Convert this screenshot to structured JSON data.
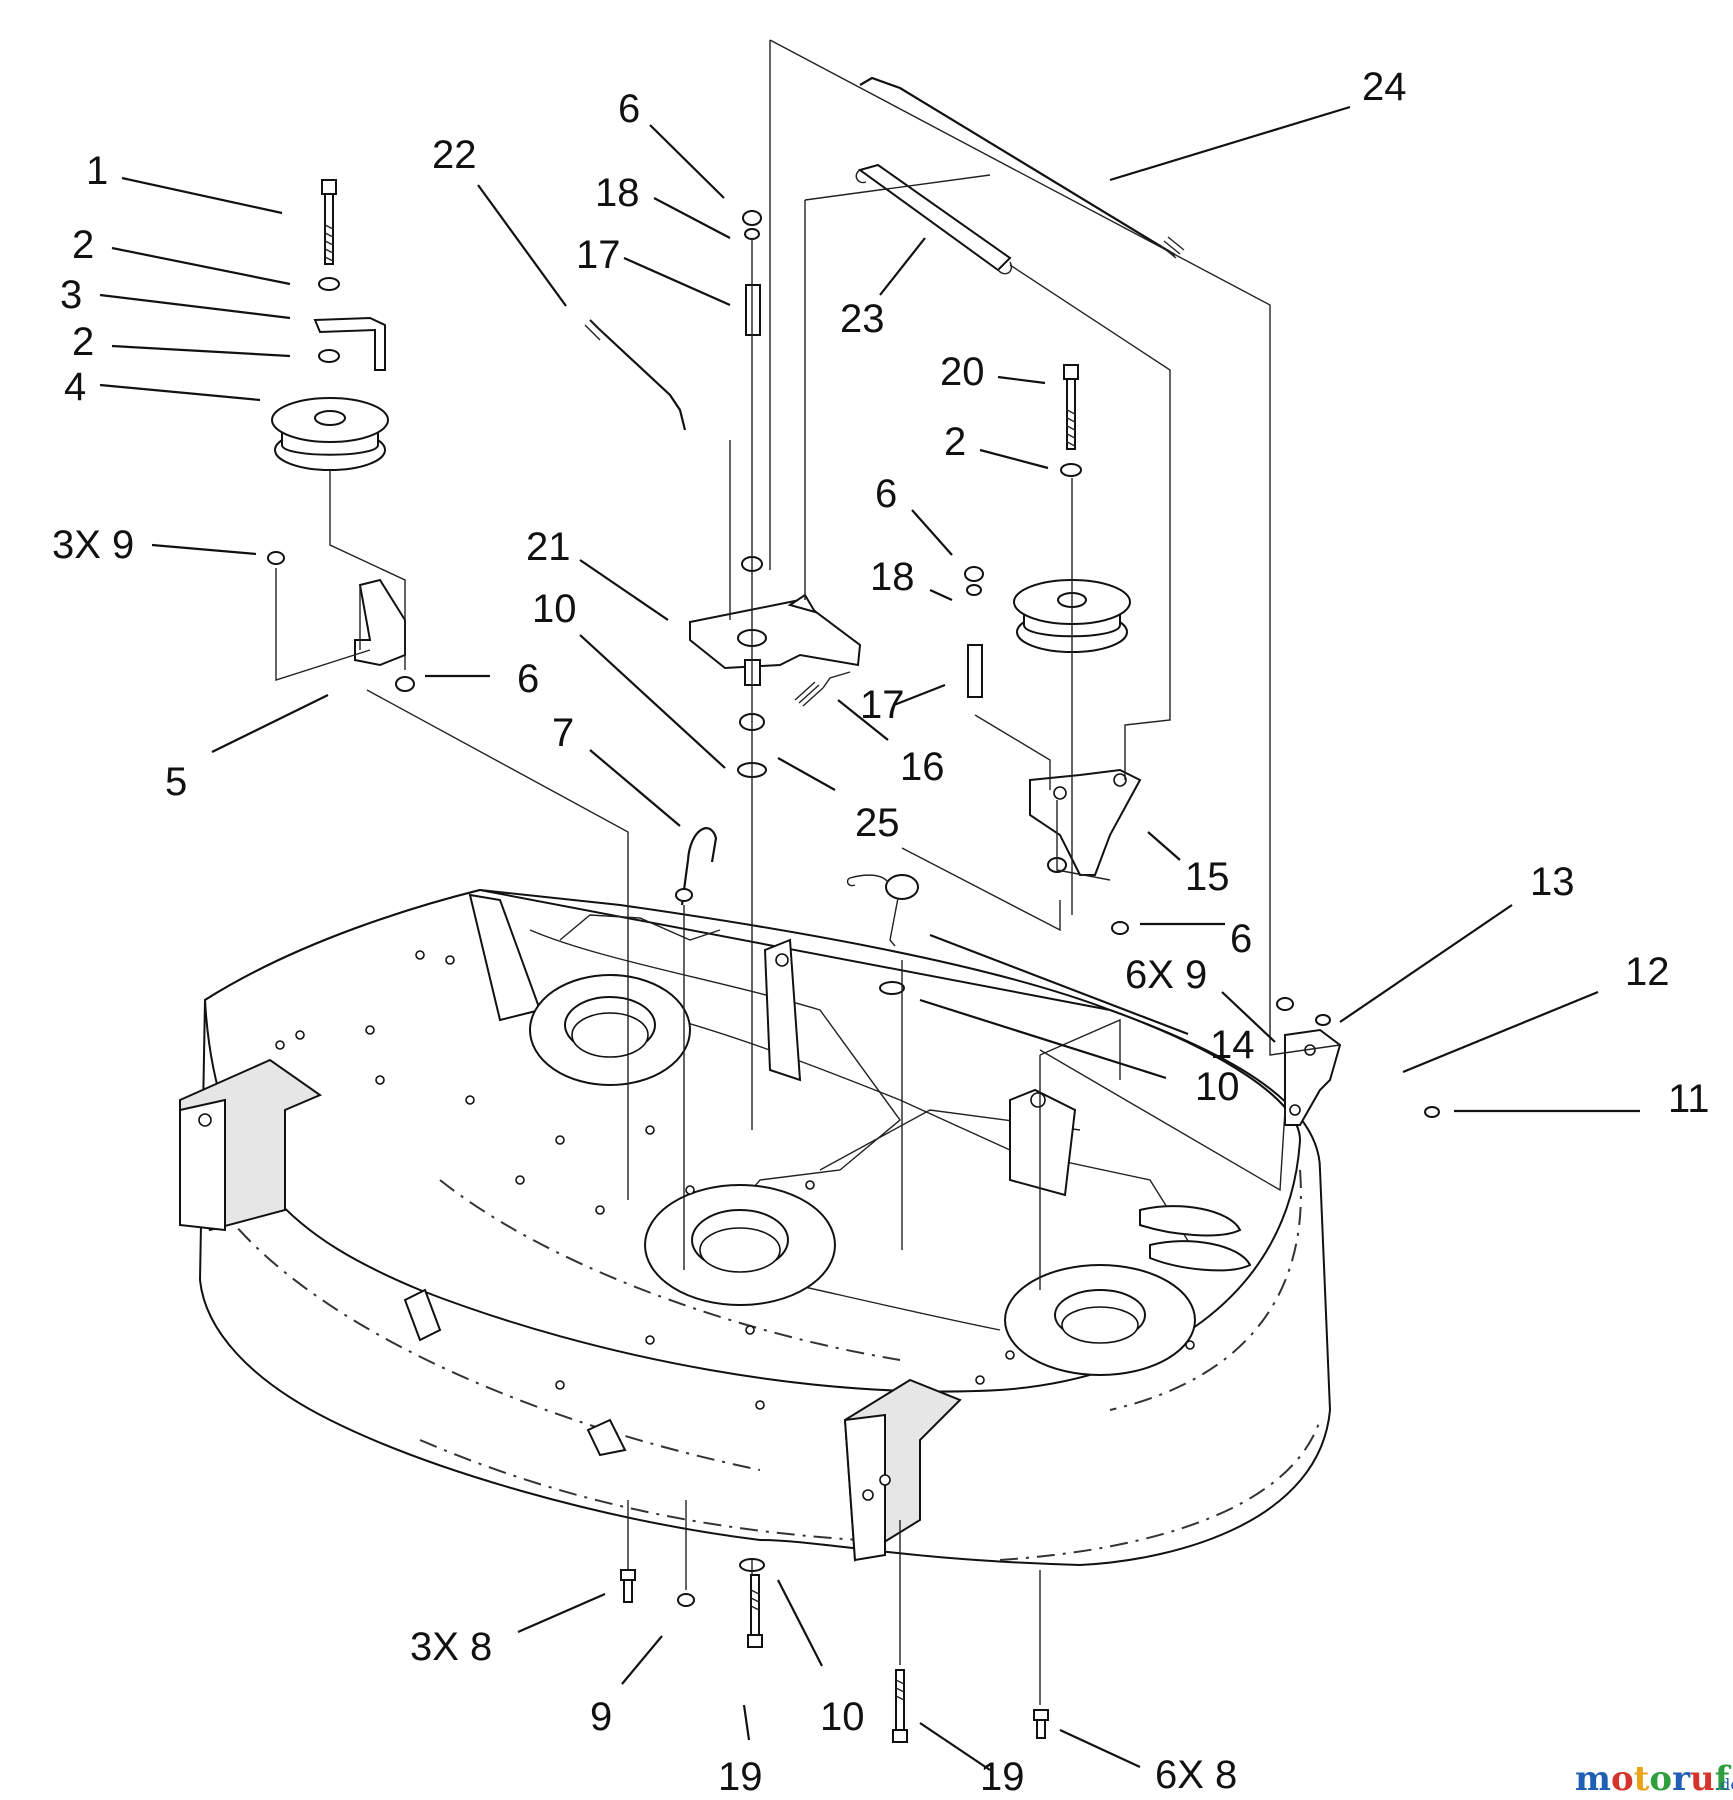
{
  "diagram": {
    "callouts": [
      "1",
      "2",
      "3",
      "2",
      "4",
      "3X 9",
      "5",
      "6",
      "22",
      "6",
      "18",
      "17",
      "23",
      "24",
      "21",
      "10",
      "7",
      "16",
      "25",
      "20",
      "2",
      "6",
      "18",
      "17",
      "15",
      "6",
      "13",
      "6X 9",
      "12",
      "11",
      "14",
      "10",
      "3X 8",
      "9",
      "19",
      "10",
      "19",
      "6X 8"
    ]
  },
  "watermark": {
    "brand": "motoruf",
    "suffix": ".de",
    "colors": [
      "#1f5fb4",
      "#d4342b",
      "#e8a317",
      "#2e9e3f",
      "#1f5fb4",
      "#d4342b",
      "#2e9e3f"
    ]
  }
}
